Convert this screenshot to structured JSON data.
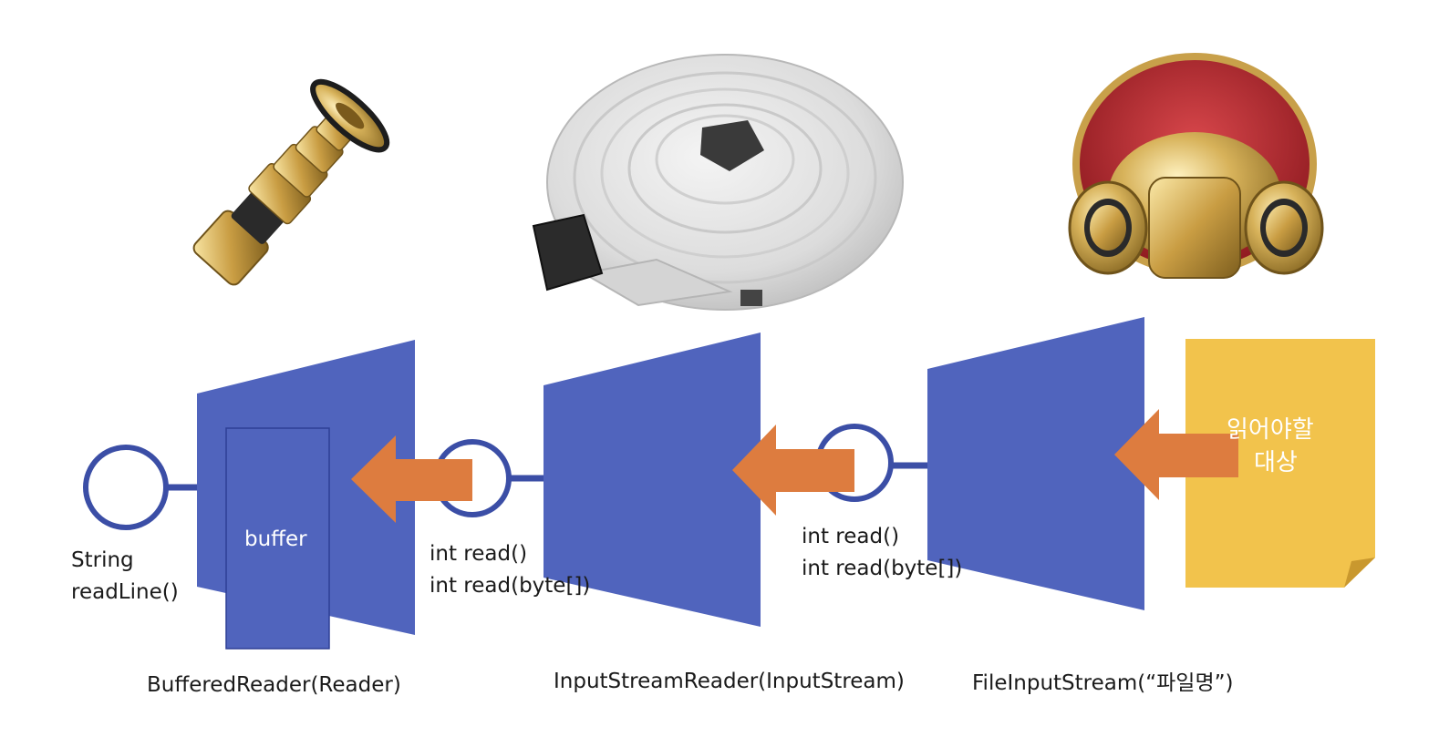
{
  "colors": {
    "stream_blue": "#5064bd",
    "arrow_orange": "#dd7c3f",
    "file_yellow": "#f2c34c",
    "connector_navy": "#3b4ea6",
    "brass": "#c9a24a",
    "hose_white": "#e6e6e6",
    "seal_red": "#b3242c"
  },
  "icons": {
    "nozzle": "brass-fire-nozzle-photo",
    "hose": "rolled-fire-hose-photo",
    "connection": "siamese-fire-department-connection-photo"
  },
  "stages": {
    "buffered": {
      "caption": "BufferedReader(Reader)",
      "buffer_label": "buffer",
      "output_method_line1": "String",
      "output_method_line2": "readLine()"
    },
    "input_stream_reader": {
      "caption": "InputStreamReader(InputStream)",
      "read_line1": "int read()",
      "read_line2": "int read(byte[])"
    },
    "file_input_stream": {
      "caption": "FileInputStream(“파일명”)",
      "read_line1": "int read()",
      "read_line2": "int read(byte[])"
    },
    "source": {
      "line1": "읽어야할",
      "line2": "대상"
    }
  }
}
